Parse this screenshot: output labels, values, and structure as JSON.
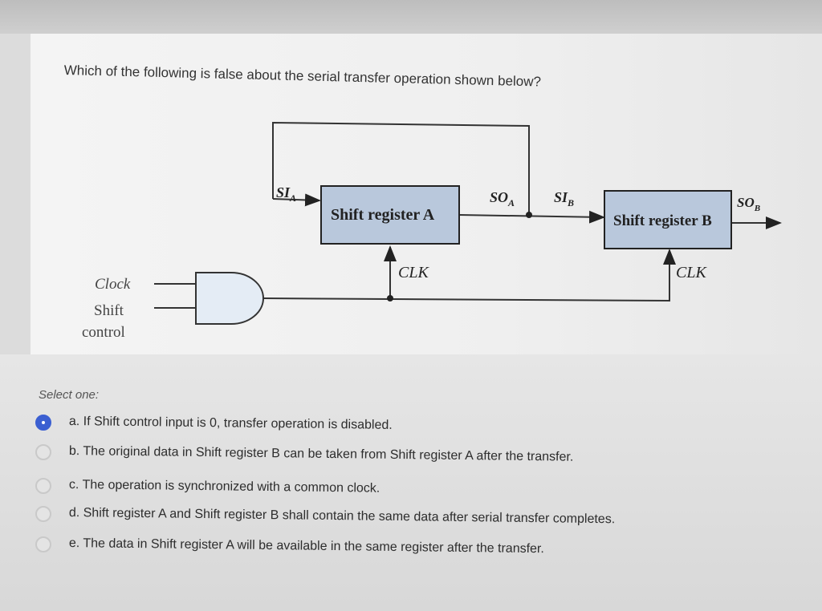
{
  "question": {
    "text": "Which of the following is false about the serial transfer operation shown below?"
  },
  "diagram": {
    "labels": {
      "si_a": "SI",
      "si_a_sub": "A",
      "register_a": "Shift register A",
      "so_a": "SO",
      "so_a_sub": "A",
      "si_b": "SI",
      "si_b_sub": "B",
      "register_b": "Shift register B",
      "so_b": "SO",
      "so_b_sub": "B",
      "clk_a": "CLK",
      "clk_b": "CLK",
      "clock": "Clock",
      "shift": "Shift",
      "control": "control"
    }
  },
  "answers": {
    "prompt": "Select one:",
    "options": [
      {
        "label": "a. If Shift control input is 0, transfer operation is disabled.",
        "selected": true
      },
      {
        "label": "b. The original data in Shift register B can be taken from Shift register A after the transfer.",
        "selected": false
      },
      {
        "label": "c. The operation is synchronized with a common clock.",
        "selected": false
      },
      {
        "label": "d. Shift register A and Shift register B shall contain the same data after serial transfer completes.",
        "selected": false
      },
      {
        "label": "e. The data in Shift register A will be available in the same register after the transfer.",
        "selected": false
      }
    ]
  },
  "colors": {
    "register_fill": "#b9c8dc",
    "selected_radio": "#3b5fd1"
  }
}
